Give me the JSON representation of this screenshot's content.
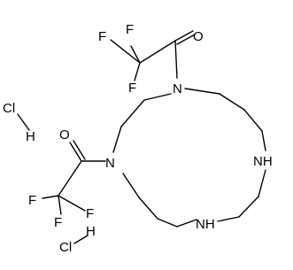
{
  "molecule": {
    "atoms": {
      "n_top": "N",
      "n_left": "N",
      "nh_right": "NH",
      "nh_bottom": "NH",
      "o_top": "O",
      "o_left": "O",
      "f1": "F",
      "f2": "F",
      "f3": "F",
      "f4": "F",
      "f5": "F",
      "f6": "F"
    },
    "hcl": [
      {
        "cl": "Cl",
        "h": "H"
      },
      {
        "cl": "Cl",
        "h": "H"
      }
    ]
  },
  "colors": {
    "ink": "#000000",
    "background": "#ffffff"
  }
}
